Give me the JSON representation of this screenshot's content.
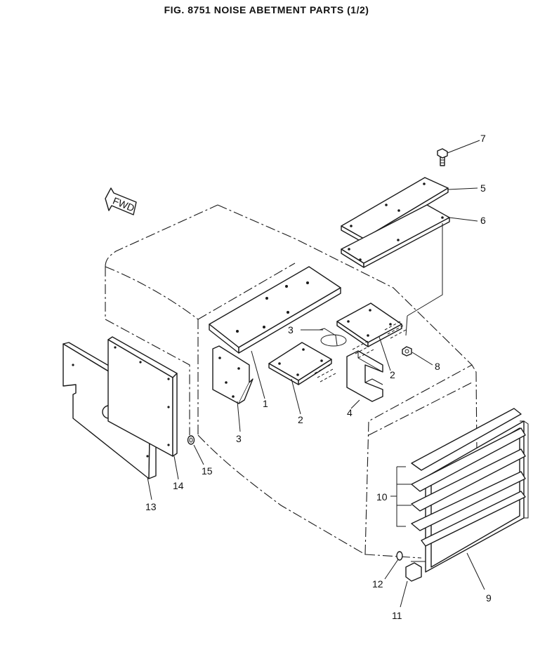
{
  "title": "FIG. 8751  NOISE ABETMENT PARTS (1/2)",
  "fwd_label": "FWD",
  "callouts": {
    "c1": "1",
    "c2a": "2",
    "c2b": "2",
    "c3a": "3",
    "c3b": "3",
    "c4": "4",
    "c5": "5",
    "c6": "6",
    "c7": "7",
    "c8": "8",
    "c9": "9",
    "c10": "10",
    "c11": "11",
    "c12": "12",
    "c13": "13",
    "c14": "14",
    "c15": "15"
  }
}
